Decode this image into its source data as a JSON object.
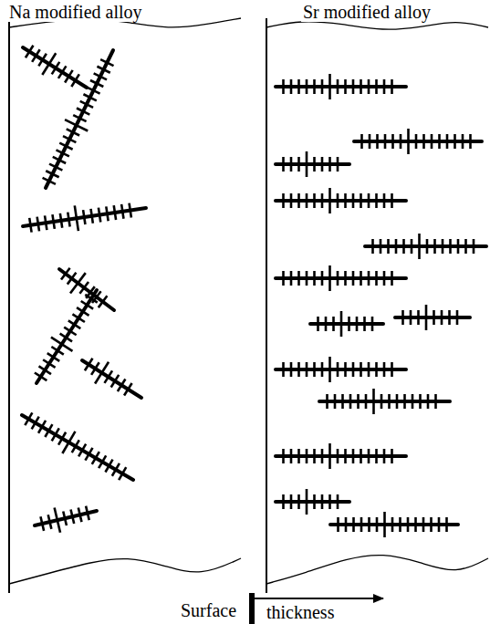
{
  "diagram": {
    "labels": [
      "Na modified alloy",
      "Sr modified alloy",
      "Surface",
      "thickness"
    ]
  }
}
